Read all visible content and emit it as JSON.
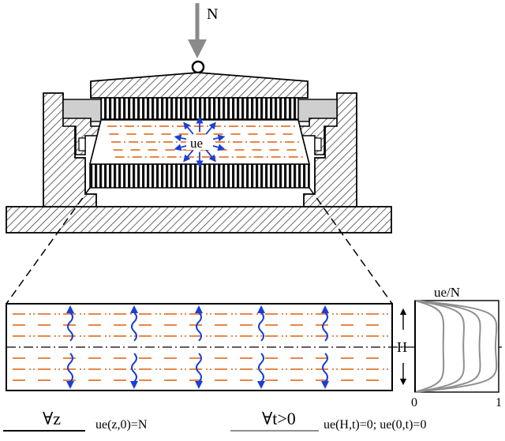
{
  "load": {
    "label": "N"
  },
  "center": {
    "label": "ue"
  },
  "axis": {
    "h_label": "H"
  },
  "mini_plot": {
    "title": "ue/N",
    "tick_min": "0",
    "tick_max": "1",
    "zero_label": "0"
  },
  "legend": {
    "forall_z": "∀z",
    "initial": "ue(z,0)=N",
    "forall_t": "∀t>0",
    "boundary": "ue(H,t)=0; ue(0,t)=0"
  },
  "colors": {
    "ink": "#000000",
    "arrow_gray": "#8a8a8a",
    "orange": "#e06a1a",
    "blue": "#1a3fd8",
    "curve_gray": "#8f8f8f"
  }
}
